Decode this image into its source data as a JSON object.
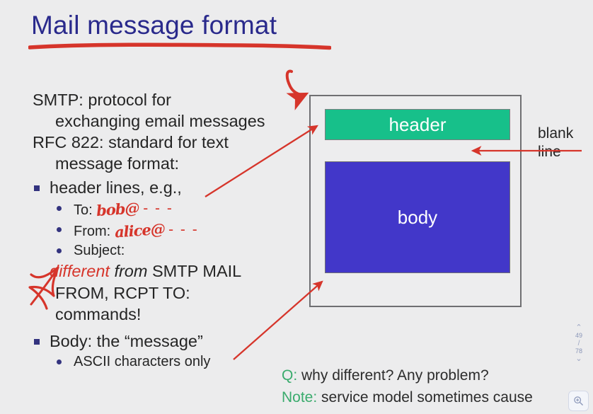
{
  "slide": {
    "title": "Mail message format",
    "title_color": "#2a2a8c",
    "annotation_color": "#d6352b",
    "background": "#ececed"
  },
  "text_block": {
    "lines": [
      {
        "kind": "plain",
        "text": "SMTP: protocol for"
      },
      {
        "kind": "indent",
        "text": "exchanging email messages"
      },
      {
        "kind": "plain",
        "text": "RFC 822: standard for text"
      },
      {
        "kind": "indent",
        "text": "message format:"
      }
    ],
    "bullet1_header": "header lines, e.g.,",
    "sub_bullets": [
      {
        "label": "To:",
        "handwriting": "bob@",
        "dashes": "- - -"
      },
      {
        "label": "From:",
        "handwriting": "alice@",
        "dashes": "- - -"
      },
      {
        "label": "Subject:",
        "handwriting": "",
        "dashes": ""
      }
    ],
    "different_line": {
      "emph": "different",
      "rest_italic": "from",
      "rest": "SMTP MAIL"
    },
    "different_cont": [
      "FROM, RCPT TO:",
      "commands!"
    ],
    "bullet1_body": "Body: the “message”",
    "body_sub_bullet": "ASCII characters only"
  },
  "diagram": {
    "header_label": "header",
    "header_color": "#17c08a",
    "body_label": "body",
    "body_color": "#4237c9",
    "blank_line_label_1": "blank",
    "blank_line_label_2": "line",
    "outer_border_color": "#6f6f72"
  },
  "qna": {
    "q_prefix": "Q:",
    "q_text": "why different? Any problem?",
    "note_prefix": "Note:",
    "note_text": "service model sometimes cause",
    "cut_text": "",
    "accent_color": "#3aab6d"
  },
  "viewer": {
    "page_current": "49",
    "page_separator": "/",
    "page_total": "78",
    "up_chevron": "⌃",
    "down_chevron": "⌄",
    "zoom_icon_name": "zoom-in-icon"
  }
}
